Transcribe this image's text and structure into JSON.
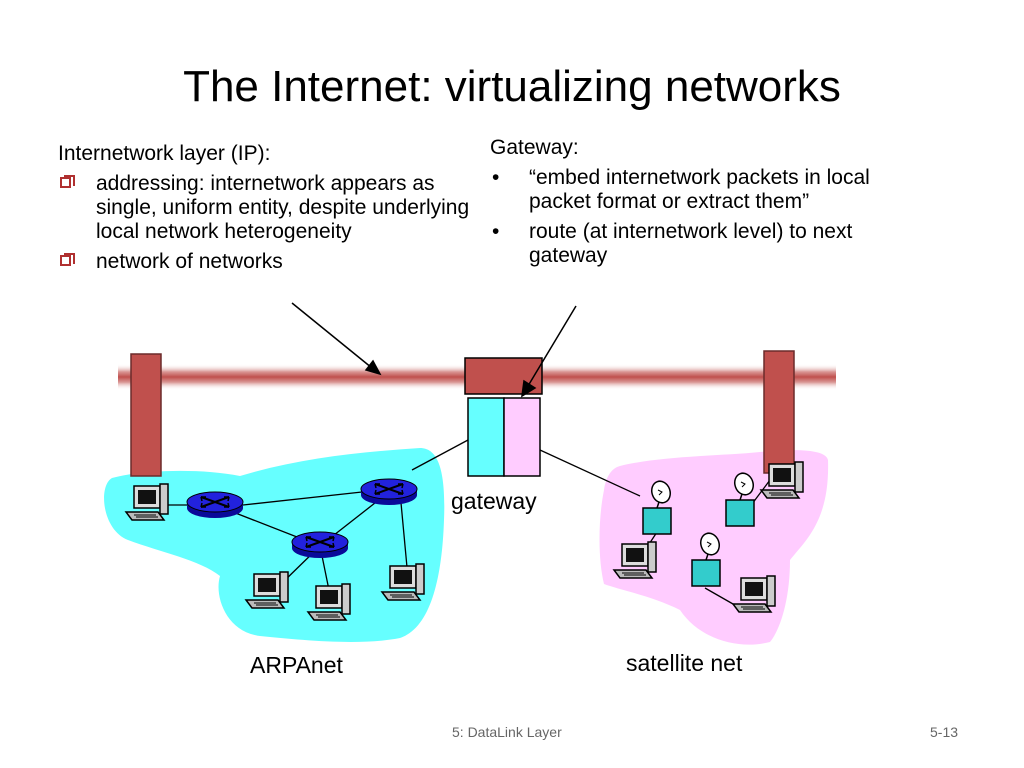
{
  "title": "The Internet: virtualizing networks",
  "left": {
    "heading": "Internetwork layer (IP):",
    "bullets": [
      "addressing: internetwork appears as single, uniform entity, despite underlying local network heterogeneity",
      "network of networks"
    ]
  },
  "right": {
    "heading": "Gateway:",
    "bullets": [
      "“embed internetwork packets in local packet format or extract them”",
      "route (at internetwork level) to next gateway"
    ]
  },
  "diagram": {
    "gateway_label": "gateway",
    "arpanet_label": "ARPAnet",
    "satellite_label": "satellite net",
    "colors": {
      "internet_bar": "#c0504d",
      "arpanet": "#66ffff",
      "satellite": "#ffccff",
      "router": "#1010cc",
      "node": "#33cccc"
    }
  },
  "footer": {
    "center": "5: DataLink Layer",
    "right": "5-13"
  }
}
